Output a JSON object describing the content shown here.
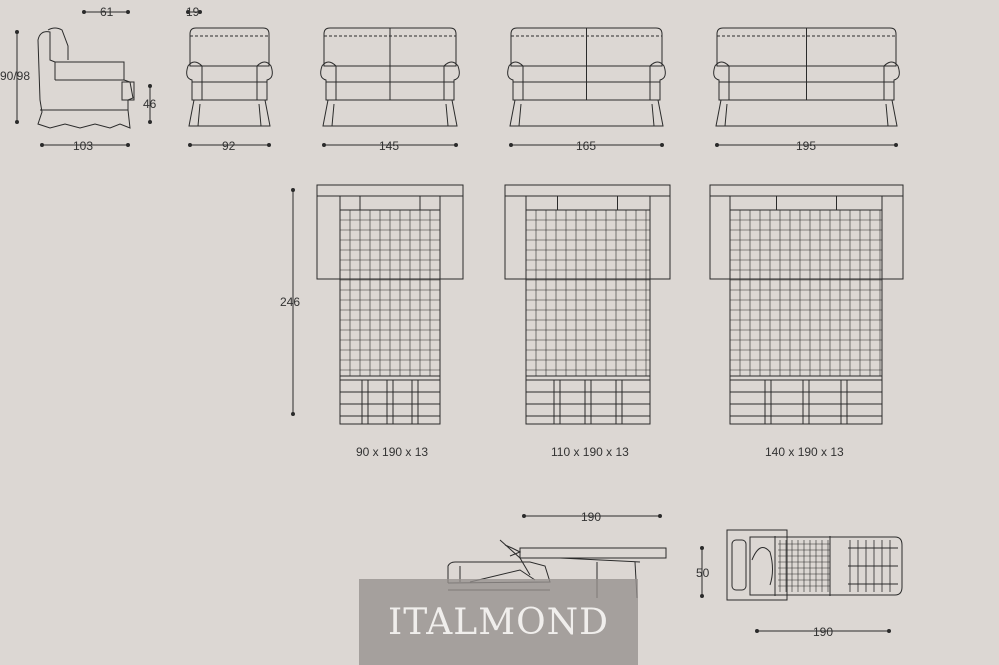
{
  "dimensions": {
    "depth_top": "61",
    "arm_width": "19",
    "height": "90/98",
    "seat_height": "46",
    "depth": "103",
    "armchair_width": "92",
    "sofa_145": "145",
    "sofa_165": "165",
    "sofa_195": "195",
    "open_length": "246",
    "open_bed_length": "190",
    "open_bed_length_2": "190",
    "bed_height_side": "50"
  },
  "beds": [
    {
      "label": "90 x 190 x 13"
    },
    {
      "label": "110 x 190 x 13"
    },
    {
      "label": "140 x 190 x 13"
    }
  ],
  "brand": "ITALMOND",
  "colors": {
    "background": "#dcd7d3",
    "line": "#2b2b2b",
    "watermark_bg": "#96918e"
  }
}
